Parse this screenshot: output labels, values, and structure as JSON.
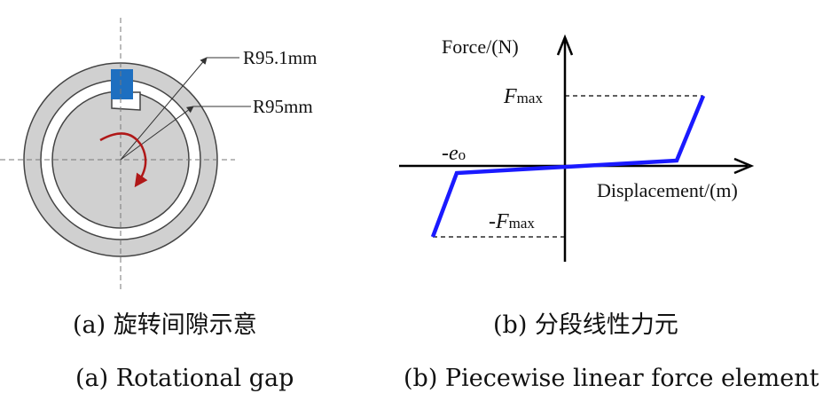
{
  "panel_a": {
    "label_outer_radius": "R95.1mm",
    "label_inner_radius": "R95mm",
    "caption_cn": "(a) 旋转间隙示意",
    "caption_en": "(a) Rotational gap"
  },
  "panel_b": {
    "y_axis_label": "Force/(N)",
    "x_axis_label": "Displacement/(m)",
    "fmax_label": "F",
    "fmax_sub": "max",
    "neg_fmax_prefix": "-F",
    "neg_fmax_sub": "max",
    "neg_e_prefix": "-e",
    "neg_e_sub": "o",
    "caption_cn": "(b) 分段线性力元",
    "caption_en": "(b) Piecewise linear force element"
  },
  "colors": {
    "curve": "#1a1aff",
    "block": "#1e6fc0",
    "arrow": "#b01818",
    "ring": "#d0d0d0",
    "outline": "#444444"
  }
}
